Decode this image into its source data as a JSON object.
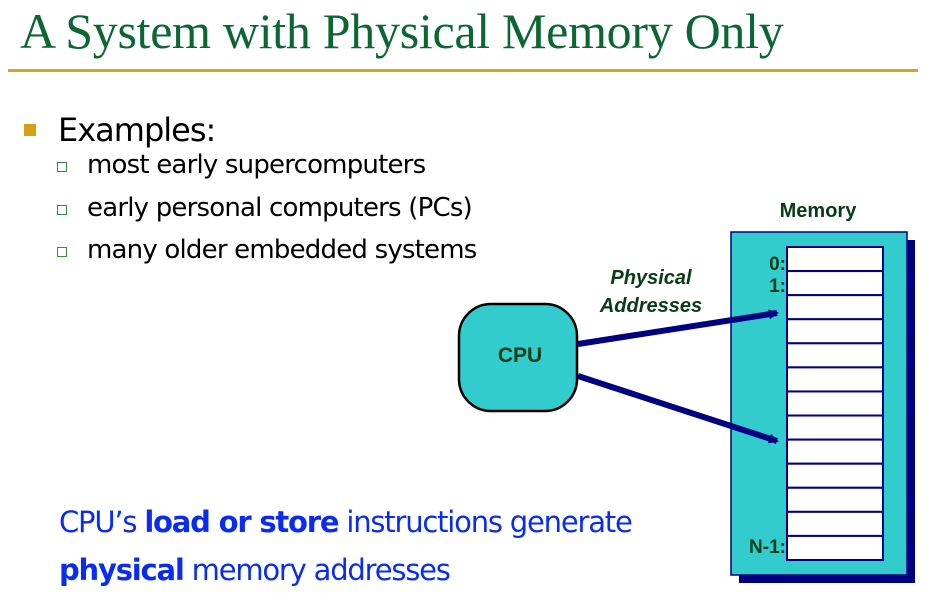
{
  "slide": {
    "title": "A System with Physical Memory Only",
    "bullets": {
      "main": "Examples:",
      "sub": [
        "most early supercomputers",
        "early personal computers (PCs)",
        "many older embedded systems"
      ]
    },
    "caption": {
      "line1": {
        "before": "CPU’s ",
        "bold": "load or store",
        "after": " instructions generate"
      },
      "line2": {
        "bold": "physical",
        "after": " memory addresses"
      }
    }
  },
  "diagram": {
    "cpu_label": "CPU",
    "arrow_label_line1": "Physical",
    "arrow_label_line2": "Addresses",
    "memory_title": "Memory",
    "memory_cell_count": 13,
    "address_labels": {
      "first": "0:",
      "second": "1:",
      "last": "N-1:"
    },
    "colors": {
      "title": "#0b6634",
      "rule": "#d4a520",
      "teal": "#33cccc",
      "navy": "#000080",
      "caption": "#0a2cf0",
      "label": "#073d16"
    }
  }
}
